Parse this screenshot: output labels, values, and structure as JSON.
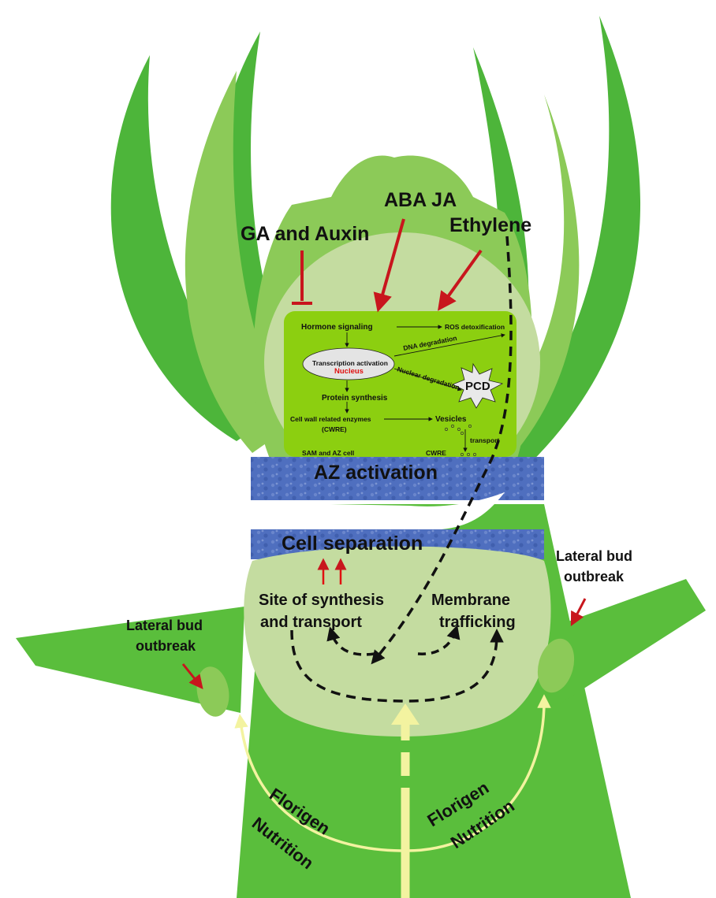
{
  "colors": {
    "stem": "#5abe3c",
    "leaf_dark": "#4db53a",
    "leaf_light": "#8cca58",
    "pale": "#c4dca0",
    "inner_box": "#8ccf10",
    "az_band": "#4f6fbf",
    "red_arrow": "#c8161d",
    "yellow_arrow": "#f3f3a0",
    "text": "#111111"
  },
  "hormones": {
    "ga_auxin": "GA and Auxin",
    "aba_ja": "ABA JA",
    "ethylene": "Ethylene"
  },
  "cell_panel": {
    "hormone_signaling": "Hormone signaling",
    "ros_detox": "ROS detoxification",
    "dna_degradation": "DNA degradation",
    "transcription_activation": "Transcription activation",
    "nucleus": "Nucleus",
    "nuclear_degradation": "Nuclear degradation",
    "pcd": "PCD",
    "protein_synthesis": "Protein synthesis",
    "cell_wall_enzymes": "Cell wall related enzymes",
    "cwre_paren": "(CWRE)",
    "vesicles": "Vesicles",
    "transport": "transport",
    "sam_az_cell": "SAM and AZ cell",
    "cwre": "CWRE"
  },
  "az_activation": "AZ activation",
  "cell_separation": "Cell separation",
  "site_synthesis": {
    "line1": "Site of synthesis",
    "line2": "and transport"
  },
  "membrane_trafficking": {
    "line1": "Membrane",
    "line2": "trafficking"
  },
  "lateral_bud_left": {
    "line1": "Lateral bud",
    "line2": "outbreak"
  },
  "lateral_bud_right": {
    "line1": "Lateral bud",
    "line2": "outbreak"
  },
  "florigen_left": "Florigen",
  "nutrition_left": "Nutrition",
  "florigen_right": "Florigen",
  "nutrition_right": "Nutrition"
}
